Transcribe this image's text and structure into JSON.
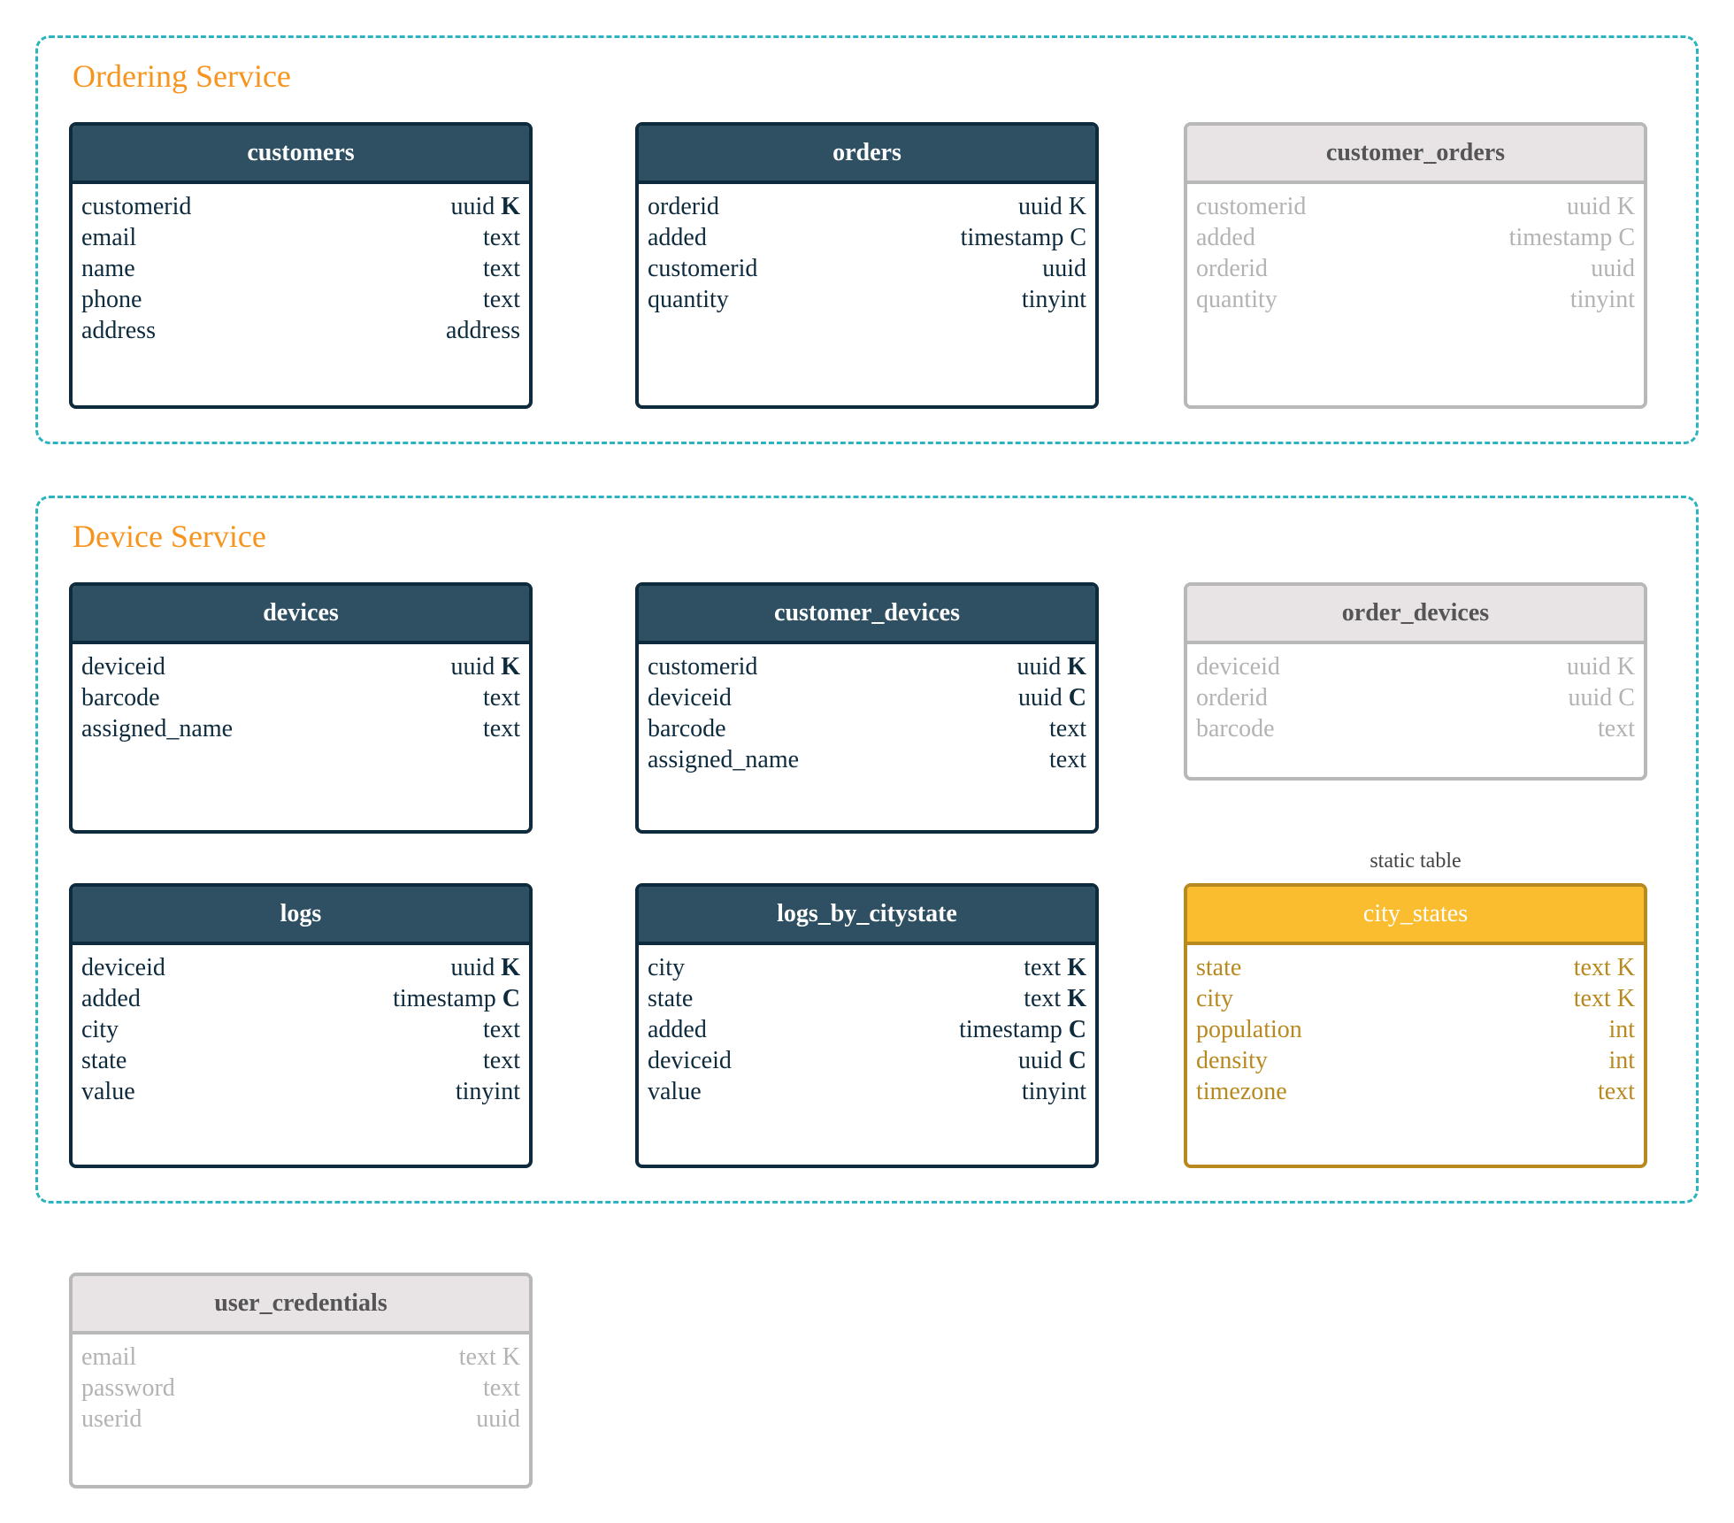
{
  "services": {
    "ordering": {
      "title": "Ordering Service"
    },
    "device": {
      "title": "Device Service"
    }
  },
  "static_note": "static table",
  "tables": {
    "customers": {
      "name": "customers",
      "style": "primary",
      "columns": [
        {
          "name": "customerid",
          "type": "uuid",
          "key": "K"
        },
        {
          "name": "email",
          "type": "text",
          "key": ""
        },
        {
          "name": "name",
          "type": "text",
          "key": ""
        },
        {
          "name": "phone",
          "type": "text",
          "key": ""
        },
        {
          "name": "address",
          "type": "address",
          "key": ""
        }
      ]
    },
    "orders": {
      "name": "orders",
      "style": "primary",
      "columns": [
        {
          "name": "orderid",
          "type": "uuid K",
          "key": ""
        },
        {
          "name": "added",
          "type": "timestamp C",
          "key": ""
        },
        {
          "name": "customerid",
          "type": "uuid",
          "key": ""
        },
        {
          "name": "quantity",
          "type": "tinyint",
          "key": ""
        }
      ]
    },
    "customer_orders": {
      "name": "customer_orders",
      "style": "faded",
      "columns": [
        {
          "name": "customerid",
          "type": "uuid K",
          "key": ""
        },
        {
          "name": "added",
          "type": "timestamp C",
          "key": ""
        },
        {
          "name": "orderid",
          "type": "uuid",
          "key": ""
        },
        {
          "name": "quantity",
          "type": "tinyint",
          "key": ""
        }
      ]
    },
    "devices": {
      "name": "devices",
      "style": "primary",
      "columns": [
        {
          "name": "deviceid",
          "type": "uuid",
          "key": "K"
        },
        {
          "name": "barcode",
          "type": "text",
          "key": ""
        },
        {
          "name": "assigned_name",
          "type": "text",
          "key": ""
        }
      ]
    },
    "customer_devices": {
      "name": "customer_devices",
      "style": "primary",
      "columns": [
        {
          "name": "customerid",
          "type": "uuid",
          "key": "K"
        },
        {
          "name": "deviceid",
          "type": "uuid",
          "key": "C"
        },
        {
          "name": "barcode",
          "type": "text",
          "key": ""
        },
        {
          "name": "assigned_name",
          "type": "text",
          "key": ""
        }
      ]
    },
    "order_devices": {
      "name": "order_devices",
      "style": "faded",
      "columns": [
        {
          "name": "deviceid",
          "type": "uuid K",
          "key": ""
        },
        {
          "name": "orderid",
          "type": "uuid C",
          "key": ""
        },
        {
          "name": "barcode",
          "type": "text",
          "key": ""
        }
      ]
    },
    "logs": {
      "name": "logs",
      "style": "primary",
      "columns": [
        {
          "name": "deviceid",
          "type": "uuid",
          "key": "K"
        },
        {
          "name": "added",
          "type": "timestamp",
          "key": "C"
        },
        {
          "name": "city",
          "type": "text",
          "key": ""
        },
        {
          "name": "state",
          "type": "text",
          "key": ""
        },
        {
          "name": "value",
          "type": "tinyint",
          "key": ""
        }
      ]
    },
    "logs_by_citystate": {
      "name": "logs_by_citystate",
      "style": "primary",
      "columns": [
        {
          "name": "city",
          "type": "text",
          "key": "K"
        },
        {
          "name": "state",
          "type": "text",
          "key": "K"
        },
        {
          "name": "added",
          "type": "timestamp",
          "key": "C"
        },
        {
          "name": "deviceid",
          "type": "uuid",
          "key": "C"
        },
        {
          "name": "value",
          "type": "tinyint",
          "key": ""
        }
      ]
    },
    "city_states": {
      "name": "city_states",
      "style": "static",
      "columns": [
        {
          "name": "state",
          "type": "text K",
          "key": ""
        },
        {
          "name": "city",
          "type": "text K",
          "key": ""
        },
        {
          "name": "population",
          "type": "int",
          "key": ""
        },
        {
          "name": "density",
          "type": "int",
          "key": ""
        },
        {
          "name": "timezone",
          "type": "text",
          "key": ""
        }
      ]
    },
    "user_credentials": {
      "name": "user_credentials",
      "style": "faded",
      "columns": [
        {
          "name": "email",
          "type": "text K",
          "key": ""
        },
        {
          "name": "password",
          "type": "text",
          "key": ""
        },
        {
          "name": "userid",
          "type": "uuid",
          "key": ""
        }
      ]
    }
  },
  "colors": {
    "dashed_border": "#2bb3c0",
    "service_title": "#f7941d",
    "primary_header": "#2f5063",
    "primary_border": "#0e2a3d",
    "faded_header": "#e8e4e6",
    "faded_text": "#b3b3b3",
    "static_header": "#fbbd30",
    "static_text": "#b8891f"
  }
}
